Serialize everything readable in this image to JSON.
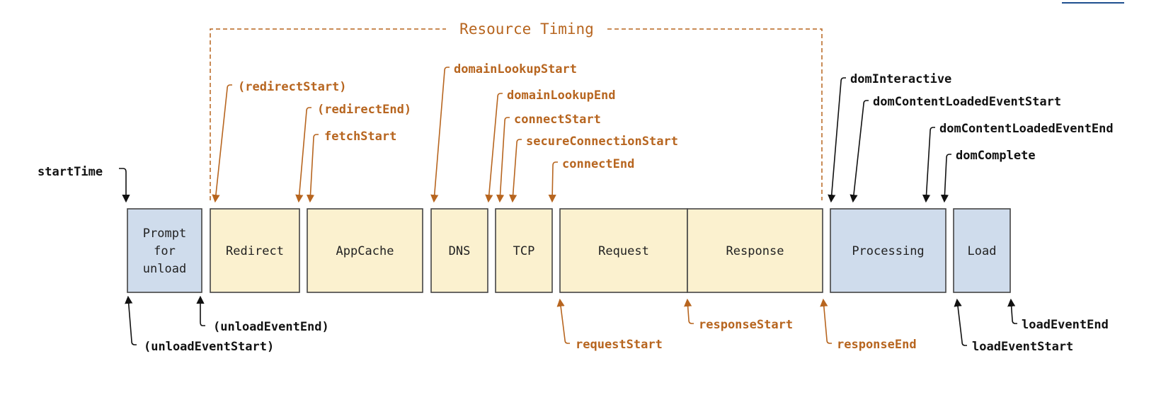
{
  "colors": {
    "orange": "#b7651f",
    "black": "#111111",
    "box_stroke": "#444444",
    "yellow_fill": "#fbf1cf",
    "blue_fill": "#cfdcec",
    "underline": "#1f4f8f"
  },
  "diagram": {
    "title": "Resource Timing",
    "boxes": [
      {
        "id": "prompt-for-unload",
        "lines": [
          "Prompt",
          "for",
          "unload"
        ],
        "fill": "blue"
      },
      {
        "id": "redirect",
        "lines": [
          "Redirect"
        ],
        "fill": "yellow"
      },
      {
        "id": "appcache",
        "lines": [
          "AppCache"
        ],
        "fill": "yellow"
      },
      {
        "id": "dns",
        "lines": [
          "DNS"
        ],
        "fill": "yellow"
      },
      {
        "id": "tcp",
        "lines": [
          "TCP"
        ],
        "fill": "yellow"
      },
      {
        "id": "request",
        "lines": [
          "Request"
        ],
        "fill": "yellow"
      },
      {
        "id": "response",
        "lines": [
          "Response"
        ],
        "fill": "yellow"
      },
      {
        "id": "processing",
        "lines": [
          "Processing"
        ],
        "fill": "blue"
      },
      {
        "id": "load",
        "lines": [
          "Load"
        ],
        "fill": "blue"
      }
    ],
    "labels": [
      {
        "id": "startTime",
        "text": "startTime",
        "color": "black"
      },
      {
        "id": "unloadEventStart",
        "text": "(unloadEventStart)",
        "color": "black"
      },
      {
        "id": "unloadEventEnd",
        "text": "(unloadEventEnd)",
        "color": "black"
      },
      {
        "id": "redirectStart",
        "text": "(redirectStart)",
        "color": "orange"
      },
      {
        "id": "redirectEnd",
        "text": "(redirectEnd)",
        "color": "orange"
      },
      {
        "id": "fetchStart",
        "text": "fetchStart",
        "color": "orange"
      },
      {
        "id": "domainLookupStart",
        "text": "domainLookupStart",
        "color": "orange"
      },
      {
        "id": "domainLookupEnd",
        "text": "domainLookupEnd",
        "color": "orange"
      },
      {
        "id": "connectStart",
        "text": "connectStart",
        "color": "orange"
      },
      {
        "id": "secureConnectionStart",
        "text": "secureConnectionStart",
        "color": "orange"
      },
      {
        "id": "connectEnd",
        "text": "connectEnd",
        "color": "orange"
      },
      {
        "id": "requestStart",
        "text": "requestStart",
        "color": "orange"
      },
      {
        "id": "responseStart",
        "text": "responseStart",
        "color": "orange"
      },
      {
        "id": "responseEnd",
        "text": "responseEnd",
        "color": "orange"
      },
      {
        "id": "domInteractive",
        "text": "domInteractive",
        "color": "black"
      },
      {
        "id": "domContentLoadedEventStart",
        "text": "domContentLoadedEventStart",
        "color": "black"
      },
      {
        "id": "domContentLoadedEventEnd",
        "text": "domContentLoadedEventEnd",
        "color": "black"
      },
      {
        "id": "domComplete",
        "text": "domComplete",
        "color": "black"
      },
      {
        "id": "loadEventStart",
        "text": "loadEventStart",
        "color": "black"
      },
      {
        "id": "loadEventEnd",
        "text": "loadEventEnd",
        "color": "black"
      }
    ]
  }
}
